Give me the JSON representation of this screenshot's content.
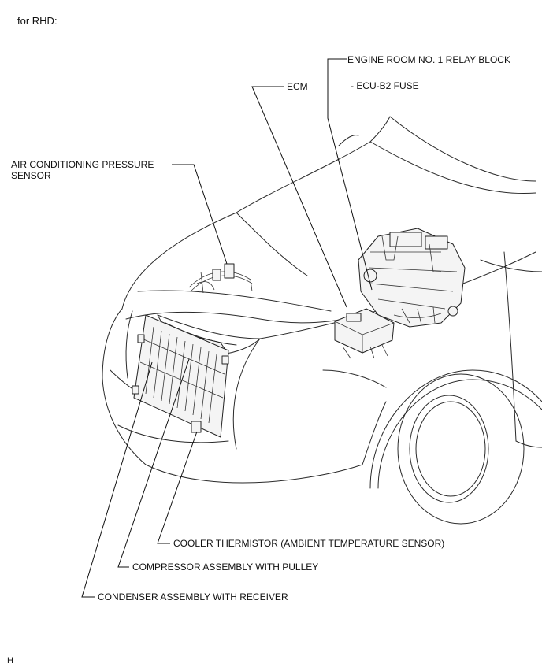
{
  "header": {
    "variant_label": "for RHD:"
  },
  "labels": {
    "relay_block": "ENGINE ROOM NO. 1 RELAY BLOCK",
    "fuse": "- ECU-B2 FUSE",
    "ecm": "ECM",
    "pressure_sensor_line1": "AIR CONDITIONING PRESSURE",
    "pressure_sensor_line2": "SENSOR",
    "cooler_thermistor": "COOLER THERMISTOR (AMBIENT TEMPERATURE SENSOR)",
    "compressor": "COMPRESSOR ASSEMBLY WITH PULLEY",
    "condenser": "CONDENSER ASSEMBLY WITH RECEIVER"
  },
  "footer": {
    "code": "H"
  }
}
